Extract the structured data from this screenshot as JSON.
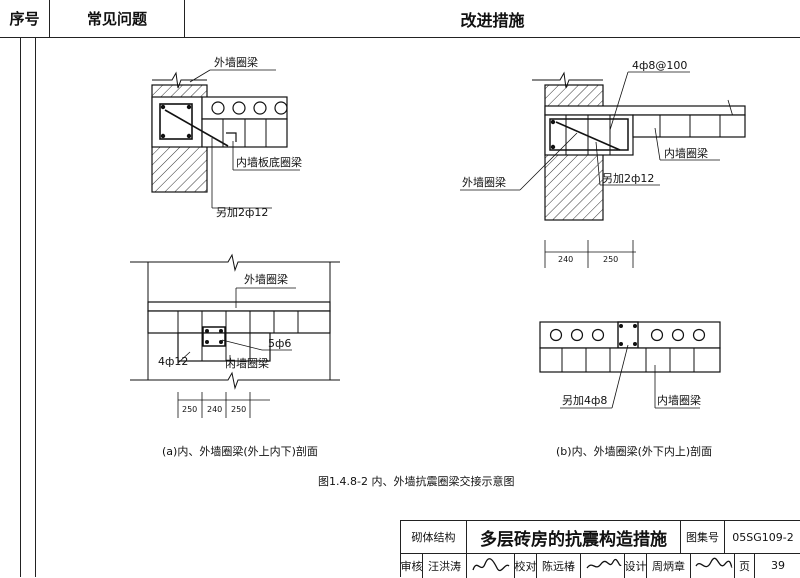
{
  "header": {
    "col_no": "序号",
    "col_problem": "常见问题",
    "col_measure": "改进措施"
  },
  "diagram_top_left": {
    "label_outer_beam": "外墙圈梁",
    "label_inner_beam": "内墙板底圈梁",
    "label_extra_bar": "另加2ф12"
  },
  "diagram_top_right": {
    "label_stirrup": "4ф8@100",
    "label_inner_beam": "内墙圈梁",
    "label_outer_beam": "外墙圈梁",
    "label_extra_bar": "另加2ф12",
    "dim_1": "240",
    "dim_2": "250"
  },
  "diagram_a": {
    "label_outer_beam": "外墙圈梁",
    "label_inner_beam": "内墙圈梁",
    "label_bar_5": "5ф6",
    "label_bar_4": "4ф12",
    "dim_1": "250",
    "dim_2": "240",
    "dim_3": "250",
    "caption": "(a)内、外墙圈梁(外上内下)剖面"
  },
  "diagram_b": {
    "label_extra_bar": "另加4ф8",
    "label_inner_beam": "内墙圈梁",
    "caption": "(b)内、外墙圈梁(外下内上)剖面"
  },
  "figure_caption": "图1.4.8-2  内、外墙抗震圈梁交接示意图",
  "title_block": {
    "category": "砌体结构",
    "title": "多层砖房的抗震构造措施",
    "atlas_label": "图集号",
    "atlas_no": "05SG109-2",
    "review_label": "审核",
    "review_name": "汪洪涛",
    "check_label": "校对",
    "check_name": "陈远椿",
    "design_label": "设计",
    "design_name": "周炳章",
    "page_label": "页",
    "page_no": "39"
  }
}
